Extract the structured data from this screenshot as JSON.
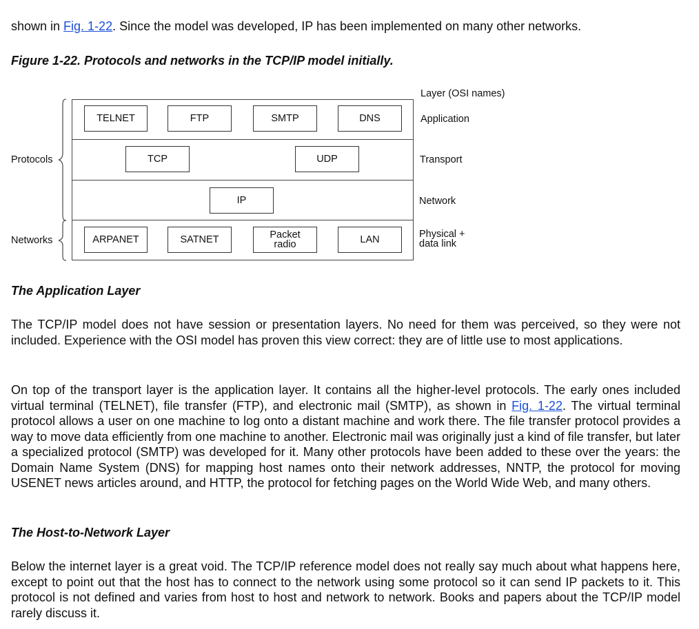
{
  "intro": {
    "before": "shown in ",
    "link": "Fig. 1-22",
    "after": ". Since the model was developed, IP has been implemented on many other networks."
  },
  "figure": {
    "caption": "Figure 1-22. Protocols and networks in the TCP/IP model initially.",
    "layer_header": "Layer (OSI names)",
    "group_labels": {
      "protocols": "Protocols",
      "networks": "Networks"
    },
    "layers": {
      "application": "Application",
      "transport": "Transport",
      "network": "Network",
      "physical_line1": "Physical +",
      "physical_line2": "data link"
    },
    "boxes": {
      "telnet": "TELNET",
      "ftp": "FTP",
      "smtp": "SMTP",
      "dns": "DNS",
      "tcp": "TCP",
      "udp": "UDP",
      "ip": "IP",
      "arpanet": "ARPANET",
      "satnet": "SATNET",
      "packet_radio_line1": "Packet",
      "packet_radio_line2": "radio",
      "lan": "LAN"
    }
  },
  "sections": {
    "application": {
      "heading": "The Application Layer",
      "para1": "The TCP/IP model does not have session or presentation layers. No need for them was perceived, so they were not included. Experience with the OSI model has proven this view correct: they are of little use to most applications.",
      "para2_before": "On top of the transport layer is the application layer. It contains all the higher-level protocols. The early ones included virtual terminal (TELNET), file transfer (FTP), and electronic mail (SMTP), as shown in ",
      "para2_link": "Fig. 1-22",
      "para2_after": ". The virtual terminal protocol allows a user on one machine to log onto a distant machine and work there. The file transfer protocol provides a way to move data efficiently from one machine to another. Electronic mail was originally just a kind of file transfer, but later a specialized protocol (SMTP) was developed for it. Many other protocols have been added to these over the years: the Domain Name System (DNS) for mapping host names onto their network addresses, NNTP, the protocol for moving USENET news articles around, and HTTP, the protocol for fetching pages on the World Wide Web, and many others."
    },
    "host_to_network": {
      "heading": "The Host-to-Network Layer",
      "para": "Below the internet layer is a great void. The TCP/IP reference model does not really say much about what happens here, except to point out that the host has to connect to the network using some protocol so it can send IP packets to it. This protocol is not defined and varies from host to host and network to network. Books and papers about the TCP/IP model rarely discuss it."
    }
  }
}
